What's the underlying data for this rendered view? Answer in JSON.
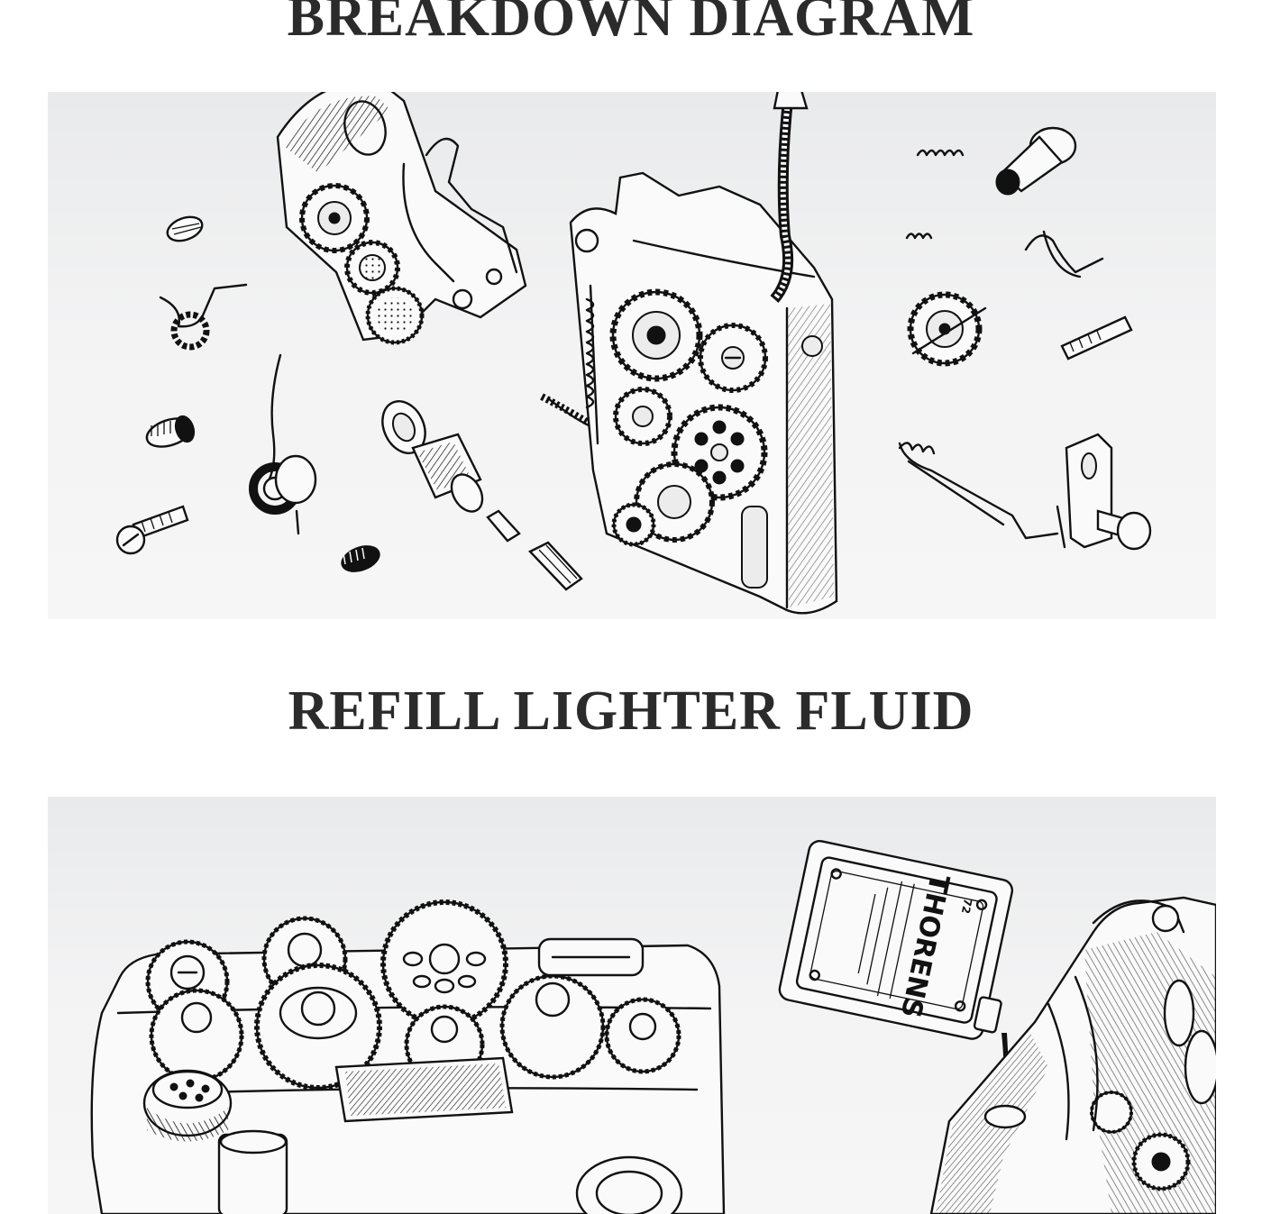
{
  "sections": [
    {
      "title": "BREAKDOWN DIAGRAM"
    },
    {
      "title": "REFILL LIGHTER FLUID"
    }
  ],
  "fluid_can": {
    "brand": "THORENS",
    "number": "72"
  },
  "colors": {
    "title_text": "#2b2b2b",
    "ink": "#111111",
    "panel_top": "#e9eaeb",
    "panel_bottom": "#f6f6f6",
    "page_background": "#ffffff"
  }
}
